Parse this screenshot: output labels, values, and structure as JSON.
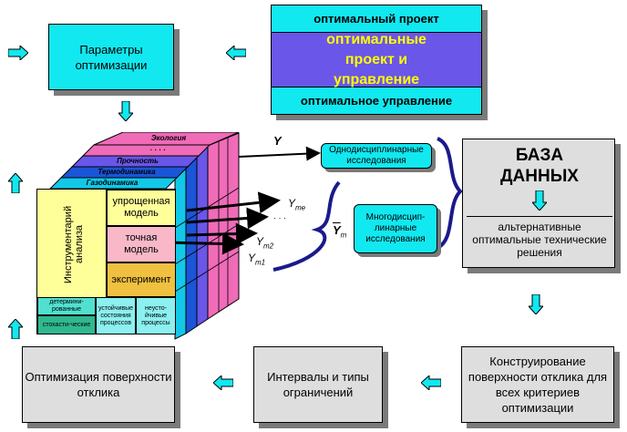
{
  "params": "Параметры оптимизации",
  "objectives": {
    "top": "оптимальный проект",
    "middle": "оптимальные проект и управление",
    "bottom": "оптимальное управление"
  },
  "cube": {
    "layers": [
      "Экология",
      "· · · ·",
      "Прочность",
      "Термодинамика",
      "Газодинамика"
    ],
    "instrument": "Инструментарий анализа",
    "models": [
      "упрощенная модель",
      "точная модель",
      "эксперимент"
    ],
    "process_types": [
      "детермини-рованные",
      "стохасти-ческие"
    ],
    "process_states": [
      "устойчивые состояния процессов",
      "неусто-йчивые процессы"
    ]
  },
  "outputs": {
    "Y": "Y",
    "Yme": "Y",
    "Yme_sub": "me",
    "dots": "· · ·",
    "Ym2": "Y",
    "Ym2_sub": "m2",
    "Ym1": "Y",
    "Ym1_sub": "m1",
    "Ybar": "Y",
    "Ybar_sub": "m"
  },
  "studies": {
    "single": "Однодисциплинарные исследования",
    "multi": "Многодисцип-линарные исследования"
  },
  "database": {
    "title_line1": "БАЗА",
    "title_line2": "ДАННЫХ",
    "sub": "альтернативные оптимальные технические решения"
  },
  "bottom_row": {
    "construct": "Конструирование поверхности отклика для всех критериев оптимизации",
    "intervals": "Интервалы и типы ограничений",
    "optimize": "Оптимизация поверхности отклика"
  },
  "colors": {
    "cyan": "#12e8f0",
    "purple": "#6a56e8",
    "yellow_text": "#ffff00",
    "navy": "#1a1a8c"
  }
}
